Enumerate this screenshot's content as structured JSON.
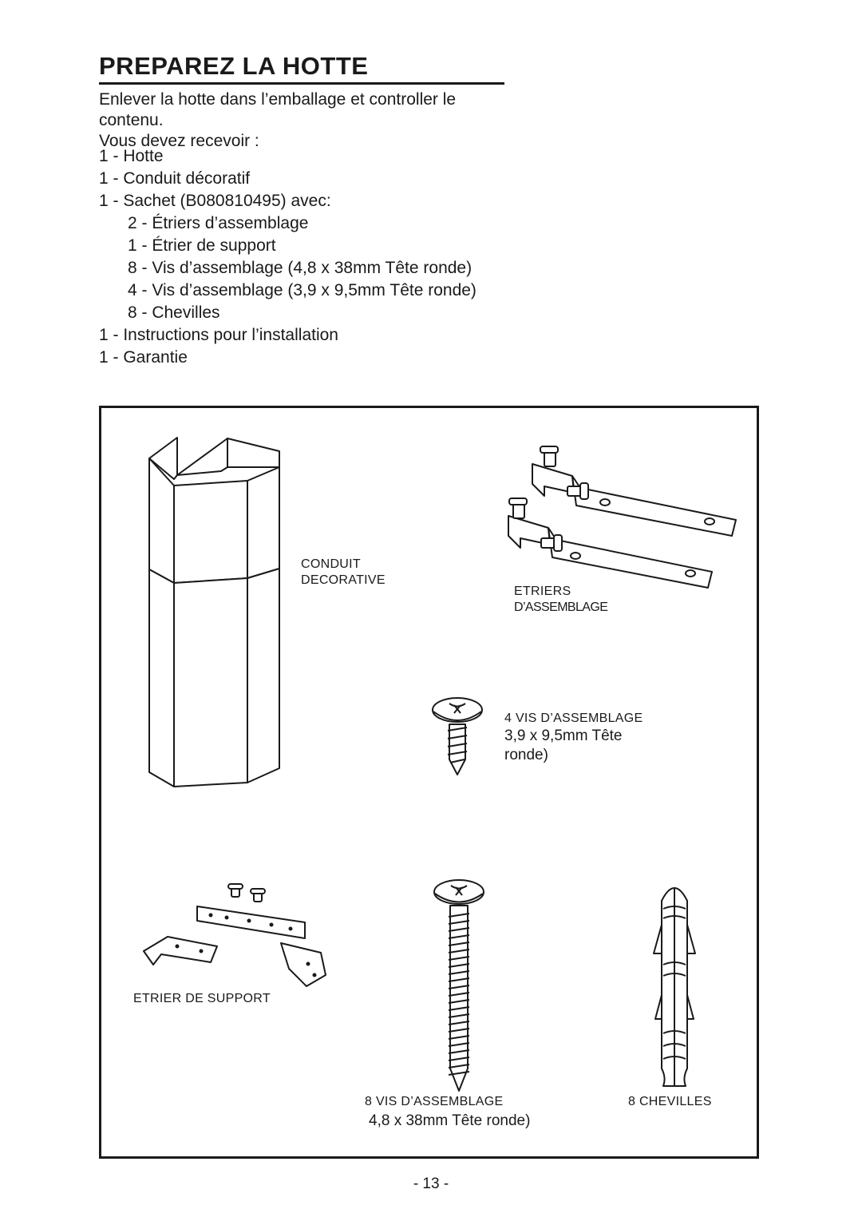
{
  "title": "PREPAREZ LA HOTTE",
  "intro": {
    "line1": "Enlever la hotte dans l’emballage et controller le contenu.",
    "line2": "Vous devez recevoir :"
  },
  "contents": [
    "1 - Hotte",
    "1 - Conduit décoratif",
    "1 - Sachet (B080810495) avec:",
    "2 - Étriers d’assemblage",
    "1 - Étrier de support",
    "8 - Vis d’assemblage (4,8 x 38mm Tête ronde)",
    "4 - Vis d’assemblage (3,9 x 9,5mm Tête ronde)",
    "8 - Chevilles",
    "1 - Instructions pour l’installation",
    "1 - Garantie"
  ],
  "figure": {
    "duct_label_1": "CONDUIT",
    "duct_label_2": "DECORATIVE",
    "brackets_label_1": "ETRIERS",
    "brackets_label_2": "D’ASSEMBLAGE",
    "small_screw_label": "4 VIS D’ASSEMBLAGE",
    "small_screw_sub_1": "3,9 x 9,5mm Tête",
    "small_screw_sub_2": "ronde)",
    "support_label": "ETRIER DE SUPPORT",
    "long_screw_label": "8 VIS D’ASSEMBLAGE",
    "long_screw_sub": "4,8 x 38mm Tête ronde)",
    "anchors_label": "8 CHEVILLES"
  },
  "page_number": "- 13 -"
}
